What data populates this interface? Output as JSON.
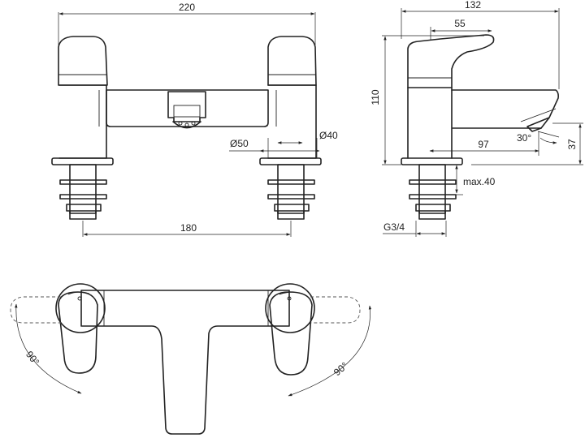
{
  "dimensions": {
    "front_width": "220",
    "side_depth": "132",
    "lever_length": "55",
    "height": "110",
    "diameter_outer": "Ø50",
    "diameter_inner": "Ø40",
    "spout_reach": "97",
    "spout_angle": "30°",
    "spout_height": "37",
    "max_thickness": "max.40",
    "thread_size": "G3/4",
    "centers": "180"
  },
  "rotation": {
    "left_angle": "90°",
    "right_angle": "90°"
  }
}
